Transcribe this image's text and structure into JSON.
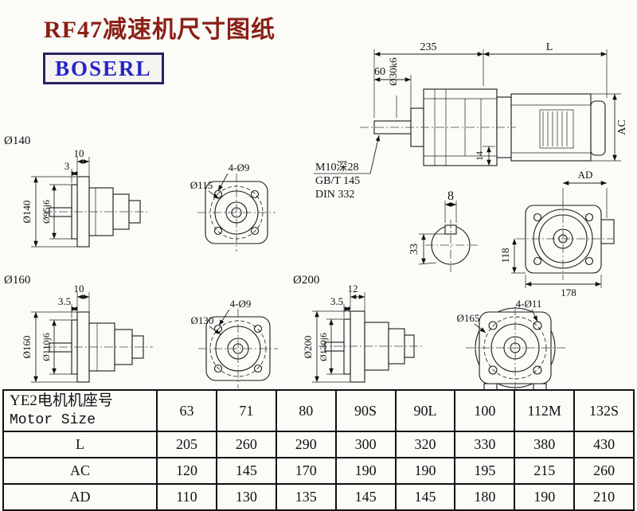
{
  "header": {
    "title": "RF47减速机尺寸图纸",
    "logo": "BOSERL"
  },
  "main_view": {
    "dim_235": "235",
    "dim_l": "L",
    "dim_60": "60",
    "dim_shaft_dia": "Ø30k6",
    "dim_ac": "AC",
    "dim_14": "14",
    "dim_ad": "AD",
    "note_line1": "M10深28",
    "note_line2": "GB/T 145",
    "note_line3": "DIN 332"
  },
  "key_section": {
    "dim_8": "8",
    "dim_33": "33"
  },
  "rear_view": {
    "dim_118": "118",
    "dim_178": "178"
  },
  "flange140": {
    "label": "Ø140",
    "dim_10": "10",
    "dim_3": "3",
    "dim_od": "Ø140",
    "dim_spigot": "Ø95j6"
  },
  "front115": {
    "dim_holes": "4-Ø9",
    "dim_bc": "Ø115"
  },
  "flange160": {
    "label": "Ø160",
    "dim_10": "10",
    "dim_3_5": "3.5",
    "dim_od": "Ø160",
    "dim_spigot": "Ø110j6"
  },
  "front130": {
    "dim_holes": "4-Ø9",
    "dim_bc": "Ø130"
  },
  "flange200": {
    "label": "Ø200",
    "dim_12": "12",
    "dim_3_5": "3.5",
    "dim_od": "Ø200",
    "dim_spigot": "Ø130j6"
  },
  "front165": {
    "dim_holes": "4-Ø11",
    "dim_bc": "Ø165"
  },
  "table": {
    "header_cn": "YE2电机机座号",
    "header_en": "Motor Size",
    "sizes": [
      "63",
      "71",
      "80",
      "90S",
      "90L",
      "100",
      "112M",
      "132S"
    ],
    "rows": [
      {
        "label": "L",
        "values": [
          "205",
          "260",
          "290",
          "300",
          "320",
          "330",
          "380",
          "430"
        ]
      },
      {
        "label": "AC",
        "values": [
          "120",
          "145",
          "170",
          "190",
          "190",
          "195",
          "215",
          "260"
        ]
      },
      {
        "label": "AD",
        "values": [
          "110",
          "130",
          "135",
          "145",
          "145",
          "180",
          "190",
          "210"
        ]
      }
    ]
  }
}
